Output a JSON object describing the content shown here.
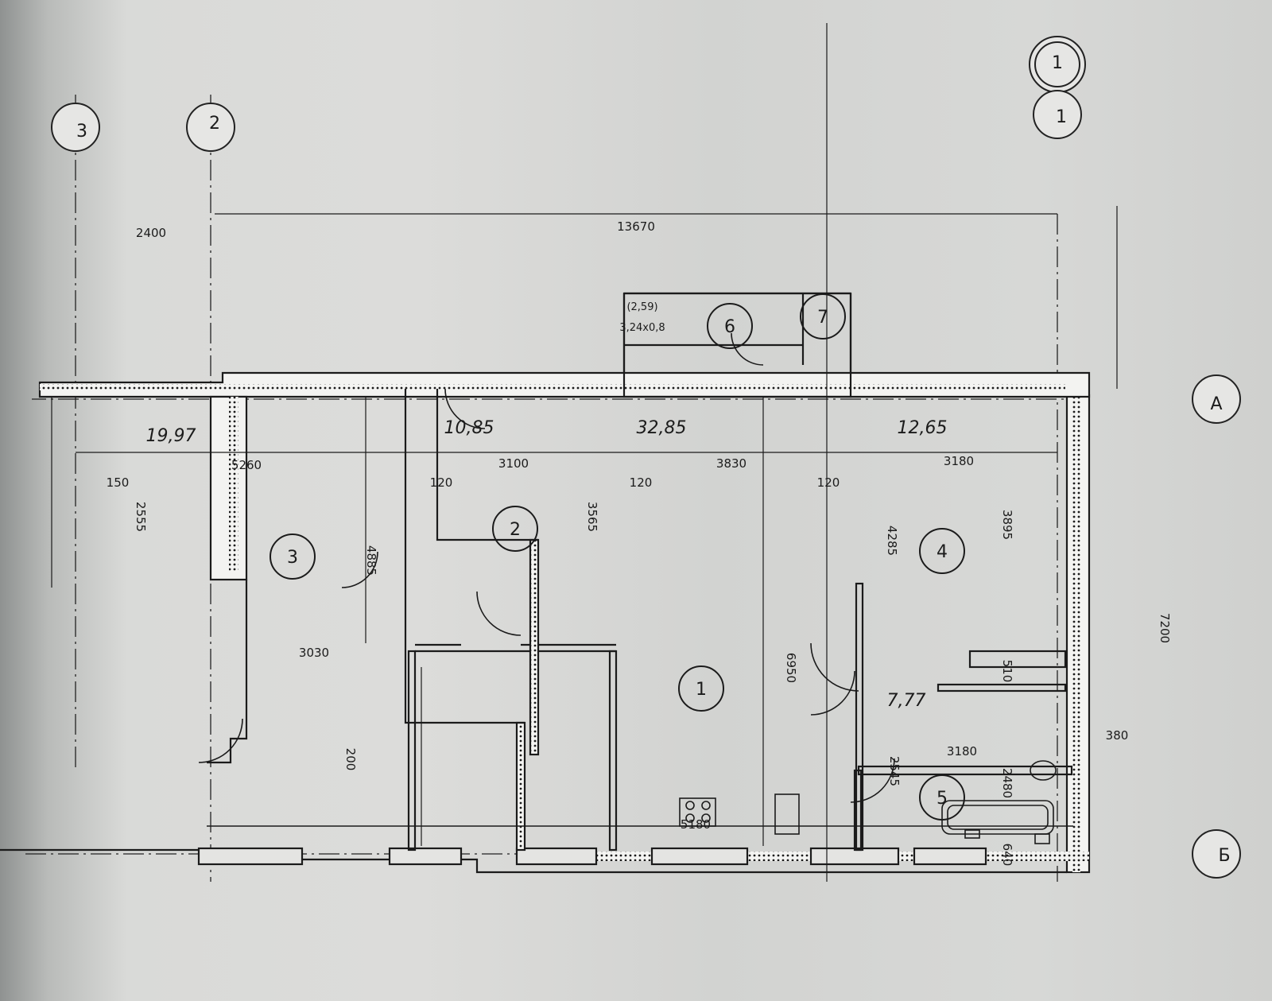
{
  "axes": {
    "a1": "1",
    "a2": "2",
    "a3": "3",
    "aA": "A",
    "aB": "Б"
  },
  "rooms": [
    {
      "number": "1"
    },
    {
      "number": "2"
    },
    {
      "number": "3"
    },
    {
      "number": "4"
    },
    {
      "number": "5"
    },
    {
      "number": "6"
    },
    {
      "number": "7"
    }
  ],
  "areas": {
    "r1": "32,85",
    "r2": "10,85",
    "r3": "19,97",
    "r4": "12,65",
    "r5": "7,77",
    "r6": "(2,59)",
    "r6_size": "3,24x0,8"
  },
  "dims": {
    "total_width": "13670",
    "d2400": "2400",
    "d5260": "5260",
    "d3100": "3100",
    "d3830": "3830",
    "d3180": "3180",
    "d150": "150",
    "d120": "120",
    "d2555": "2555",
    "d4885": "4885",
    "d3565": "3565",
    "d4285": "4285",
    "d3895": "3895",
    "d7200": "7200",
    "d3030": "3030",
    "d6950": "6950",
    "d510": "510",
    "d380": "380",
    "d200": "200",
    "d2545": "2545",
    "d2480": "2480",
    "d5180": "5180",
    "d640": "640"
  }
}
